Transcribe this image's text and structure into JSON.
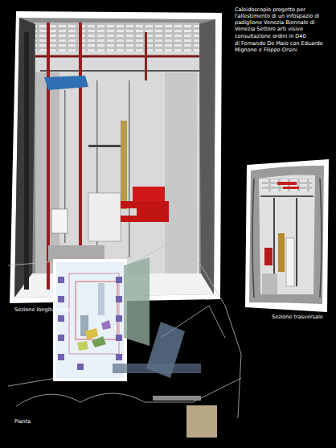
{
  "diagram": {
    "title": "Caleidoscopio progetto per l'allestimento di un infospazio di padiglione Venezia Biennale di Venezia Settore arti visive consultazione ordini in D40",
    "labels": [
      "di Fernando De Maio con Eduardo Mignone e Filippo Orsini",
      "Sezione longitudinale",
      "Sezione trasversale",
      "Pianta"
    ]
  }
}
